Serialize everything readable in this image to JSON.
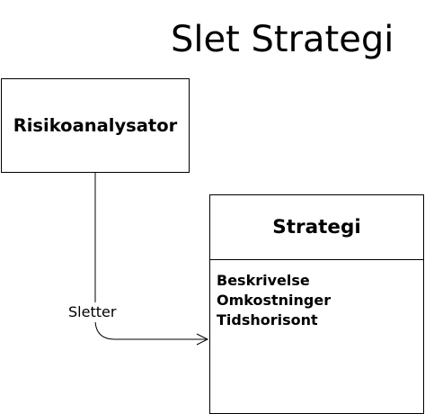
{
  "diagram": {
    "title": "Slet Strategi",
    "actor": {
      "name": "Risikoanalysator"
    },
    "entity": {
      "name": "Strategi",
      "attributes": [
        "Beskrivelse",
        "Omkostninger",
        "Tidshorisont"
      ]
    },
    "relation": {
      "label": "Sletter"
    }
  }
}
